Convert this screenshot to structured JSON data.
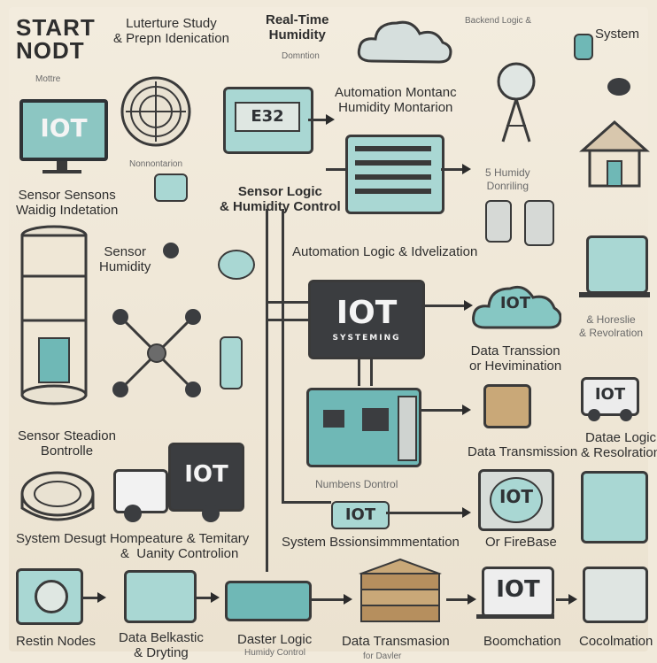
{
  "labels": {
    "start_node": "START\nNODT",
    "mottre": "Mottre",
    "literature": "Luterture Study\n& Prepn Idenication",
    "realtime": "Real-Time\nHumidity",
    "realtime_sub": "Domntion",
    "backend_logic": "Backend Logic &",
    "system": "System",
    "automation": "Automation Montanc\nHumidity Montarion",
    "e32": "E32",
    "nonnontarion": "Nonnontarion",
    "sensor_sensons": "Sensor Sensons\nWaidig Indetation",
    "sensor_logic": "Sensor Logic\n& Humidity Control",
    "humidity_controlling": "5 Humidy\nDonriling",
    "sensor_humidity": "Sensor\nHumidity",
    "automation_logic": "Automation Logic & Idvelization",
    "iot_main": "IOT",
    "iot_main_sub": "SYSTEMING",
    "data_transsion": "Data Transsion\nor Hevimination",
    "horeslie": "& Horeslie\n& Revolration",
    "sensor_steadion": "Sensor Steadion\nBontrolle",
    "numbers_control": "Numbens Dontrol",
    "data_transmission": "Data Transmission",
    "datae_logic": "Datae Logic\n& Resolration",
    "system_design": "System Desugt",
    "hompeature": "Hompeature & Temitary\n&  Uanity Controlion",
    "system_bssion": "System Bssionsimmmentation",
    "or_firebase": "Or FireBase",
    "restin_nodes": "Restin Nodes",
    "data_belkastic": "Data Belkastic\n& Dryting",
    "daster_logic": "Daster Logic",
    "daster_logic_sub": "Humidy Control",
    "data_transmasion": "Data Transmasion",
    "data_transmasion_sub": "for Davler",
    "boomchation": "Boomchation",
    "cocolmation": "Cocolmation",
    "iot_monitor": "IOT",
    "iot_cloud": "IOT",
    "iot_truck": "IOT",
    "iot_van": "IOT",
    "iot_tag": "IOT",
    "iot_screen": "IOT",
    "iot_laptop": "IOT"
  },
  "colors": {
    "background": "#f1eadb",
    "teal": "#6fb8b6",
    "light_teal": "#a9d7d3",
    "dark": "#3b3d40"
  }
}
